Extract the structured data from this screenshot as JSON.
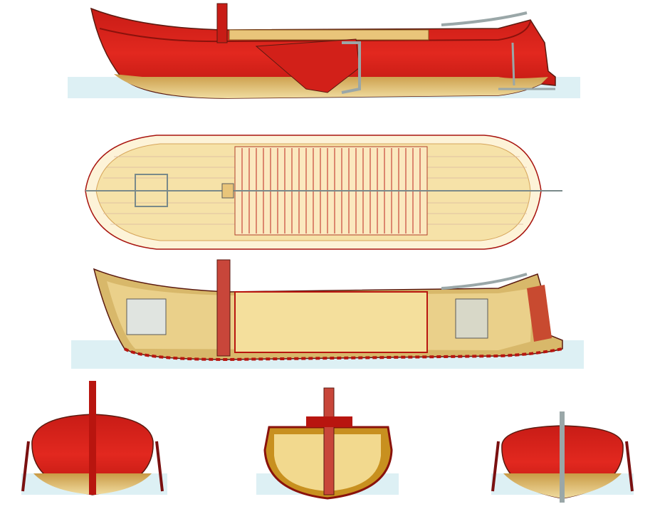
{
  "colors": {
    "hull_red": "#d8231e",
    "hull_dark_red": "#a8140f",
    "below_water": "#d8b86a",
    "deck": "#f6e6b0",
    "interior": "#e8c770",
    "water": "#bfe3ea",
    "outline": "#5a1a10",
    "fittings": "#9aa7a8"
  },
  "views": [
    "side-elevation",
    "deck-plan",
    "longitudinal-section",
    "bow-view",
    "midship-section",
    "stern-view"
  ]
}
